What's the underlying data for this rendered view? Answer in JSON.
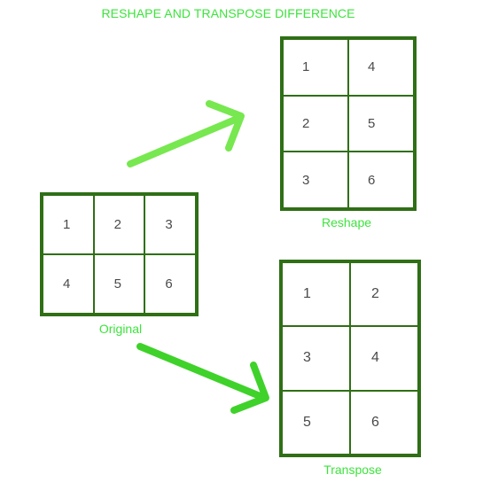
{
  "title": "RESHAPE AND TRANSPOSE DIFFERENCE",
  "original": {
    "label": "Original",
    "cells": [
      "1",
      "2",
      "3",
      "4",
      "5",
      "6"
    ]
  },
  "reshape": {
    "label": "Reshape",
    "cells": [
      "1",
      "4",
      "2",
      "5",
      "3",
      "6"
    ]
  },
  "transpose": {
    "label": "Transpose",
    "cells": [
      "1",
      "2",
      "3",
      "4",
      "5",
      "6"
    ]
  },
  "colors": {
    "grid": "#2f6f16",
    "label": "#3de33d",
    "arrow_top": "#77e84f",
    "arrow_bottom": "#3fd22a"
  }
}
